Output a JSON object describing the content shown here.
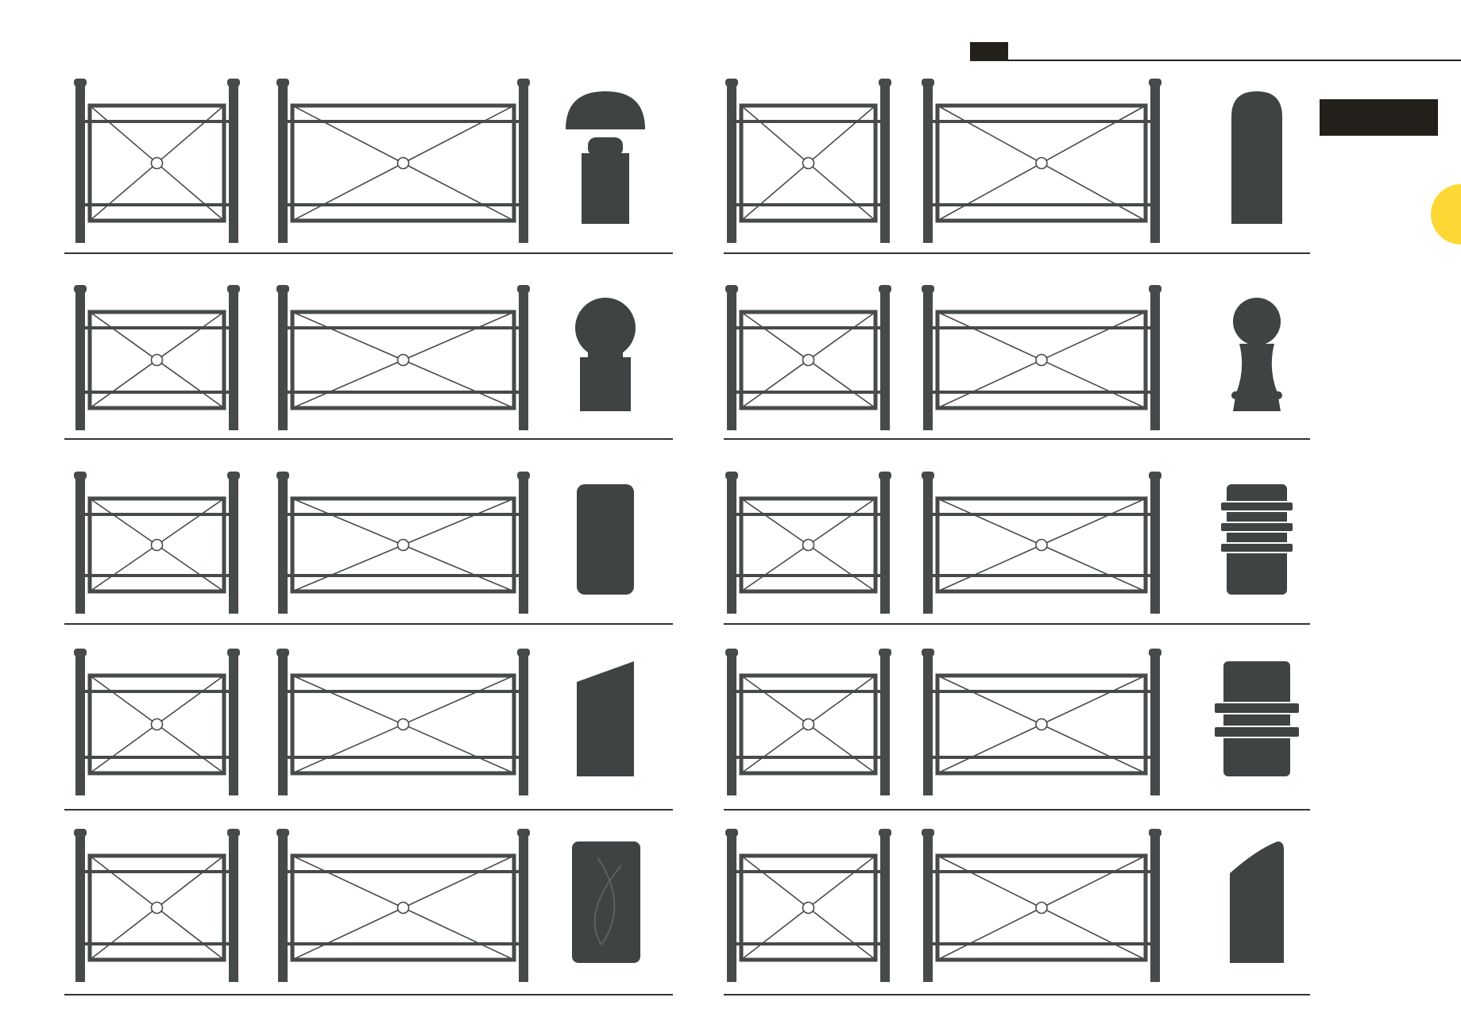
{
  "header": {
    "label": ""
  },
  "colors": {
    "metal": "#464a4b",
    "cap": "#3f4344",
    "rule": "#333333",
    "accent": "#fdd835",
    "dark_block": "#231f1a"
  },
  "catalog": {
    "columns": 2,
    "rows_per_column": 5,
    "items": [
      {
        "column": "left",
        "row": 1,
        "post_cap": "mushroom-finial"
      },
      {
        "column": "left",
        "row": 2,
        "post_cap": "ball-finial"
      },
      {
        "column": "left",
        "row": 3,
        "post_cap": "rounded-flat-top"
      },
      {
        "column": "left",
        "row": 4,
        "post_cap": "slanted-top"
      },
      {
        "column": "left",
        "row": 5,
        "post_cap": "decorative-panel"
      },
      {
        "column": "right",
        "row": 1,
        "post_cap": "dome-top"
      },
      {
        "column": "right",
        "row": 2,
        "post_cap": "turned-ball-finial"
      },
      {
        "column": "right",
        "row": 3,
        "post_cap": "triple-ring-collar"
      },
      {
        "column": "right",
        "row": 4,
        "post_cap": "double-ring-collar"
      },
      {
        "column": "right",
        "row": 5,
        "post_cap": "angled-cut-top"
      }
    ]
  }
}
